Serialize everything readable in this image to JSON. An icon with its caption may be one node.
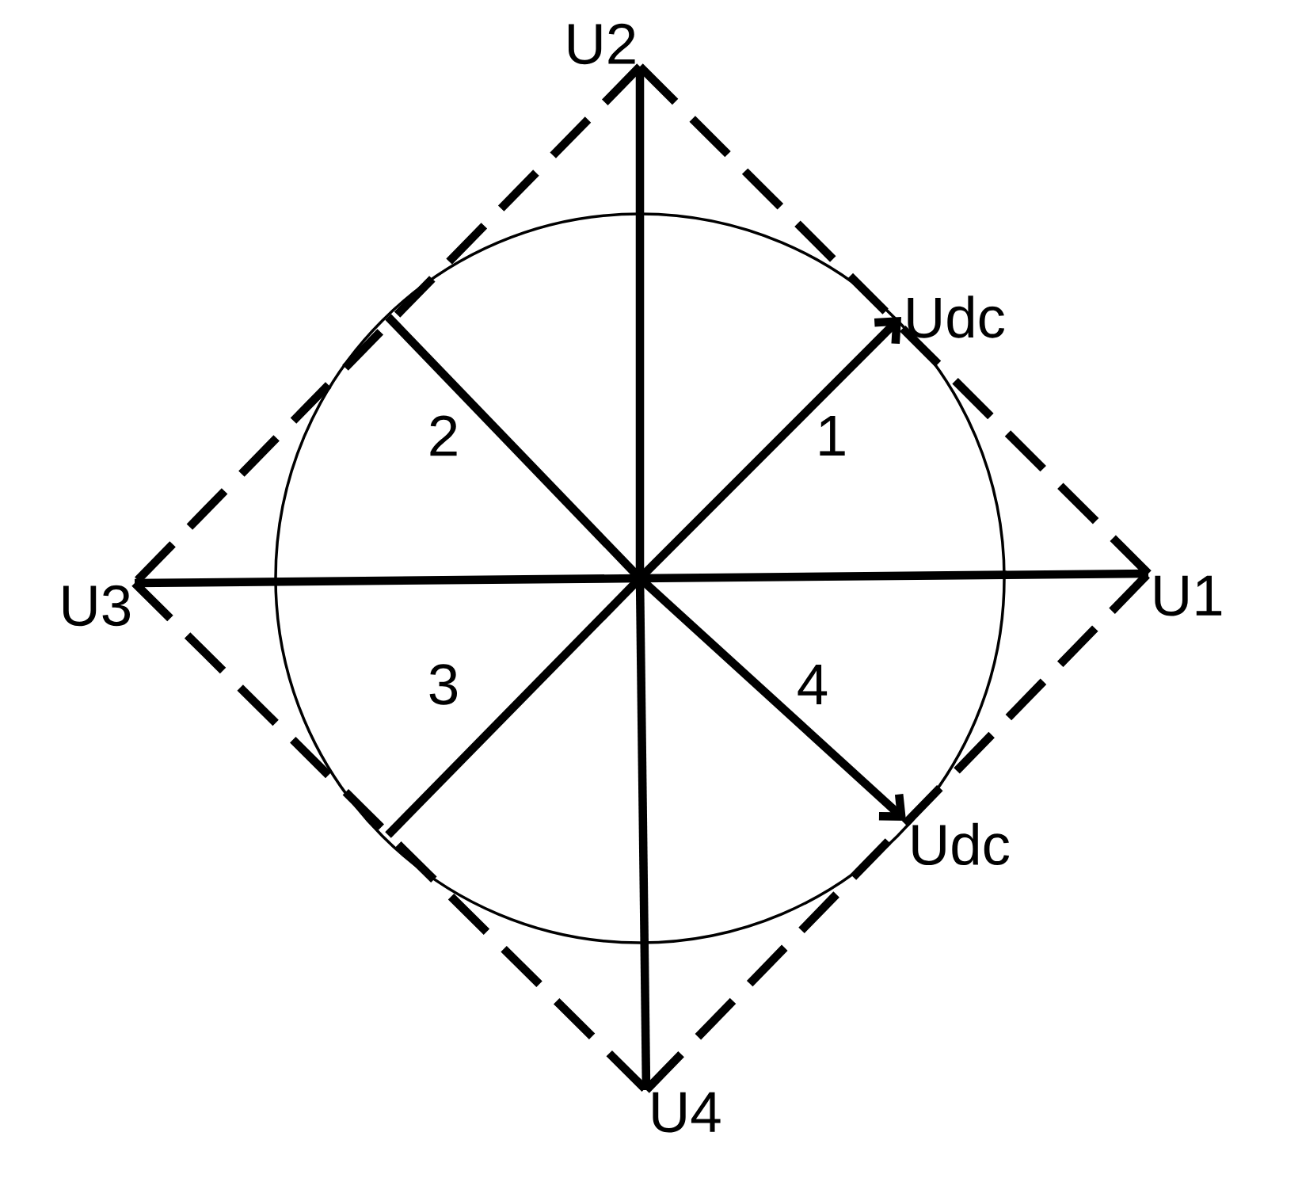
{
  "diagram": {
    "nodes": [
      {
        "text": [
          "U2"
        ]
      },
      {
        "text": [
          "U3"
        ]
      },
      {
        "text": [
          "U1"
        ]
      },
      {
        "text": [
          "U4"
        ]
      },
      {
        "text": [
          "Udc"
        ]
      },
      {
        "text": [
          "Udc"
        ]
      }
    ],
    "edges": [
      {
        "from": null,
        "to": 0,
        "arrow": "none"
      },
      {
        "from": null,
        "to": 1,
        "arrow": "none"
      },
      {
        "from": null,
        "to": 2,
        "arrow": "none"
      },
      {
        "from": null,
        "to": 3,
        "arrow": "none"
      },
      {
        "from": null,
        "to": 4,
        "arrow": "to"
      },
      {
        "from": null,
        "to": 5,
        "arrow": "to"
      },
      {
        "from": 2,
        "to": 0,
        "arrow": "none",
        "style": "dashed"
      },
      {
        "from": 0,
        "to": 1,
        "arrow": "none",
        "style": "dashed"
      },
      {
        "from": 1,
        "to": 3,
        "arrow": "none",
        "style": "dashed"
      },
      {
        "from": 3,
        "to": 2,
        "arrow": "none",
        "style": "dashed"
      }
    ],
    "labels": [
      "2",
      "1",
      "3",
      "4"
    ]
  }
}
